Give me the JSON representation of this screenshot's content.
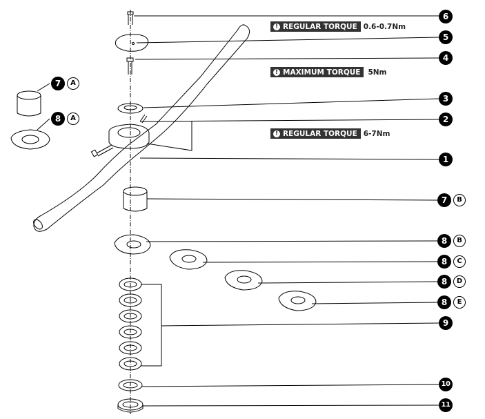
{
  "callouts": {
    "c1": "1",
    "c2": "2",
    "c3": "3",
    "c4": "4",
    "c5": "5",
    "c6": "6",
    "c7a": "7",
    "c7a_letter": "A",
    "c8a": "8",
    "c8a_letter": "A",
    "c7b": "7",
    "c7b_letter": "B",
    "c8b": "8",
    "c8b_letter": "B",
    "c8c": "8",
    "c8c_letter": "C",
    "c8d": "8",
    "c8d_letter": "D",
    "c8e": "8",
    "c8e_letter": "E",
    "c9": "9",
    "c10": "10",
    "c11": "11"
  },
  "torque_notes": {
    "bolt_6": {
      "label": "REGULAR TORQUE",
      "value": "0.6-0.7Nm"
    },
    "bolt_4": {
      "label": "MAXIMUM TORQUE",
      "value": "5Nm"
    },
    "clamp_2": {
      "label": "REGULAR TORQUE",
      "value": "6-7Nm"
    }
  },
  "colors": {
    "ink": "#000000",
    "badge": "#333333"
  },
  "icons": {
    "warning": "exclamation-circle-icon"
  }
}
